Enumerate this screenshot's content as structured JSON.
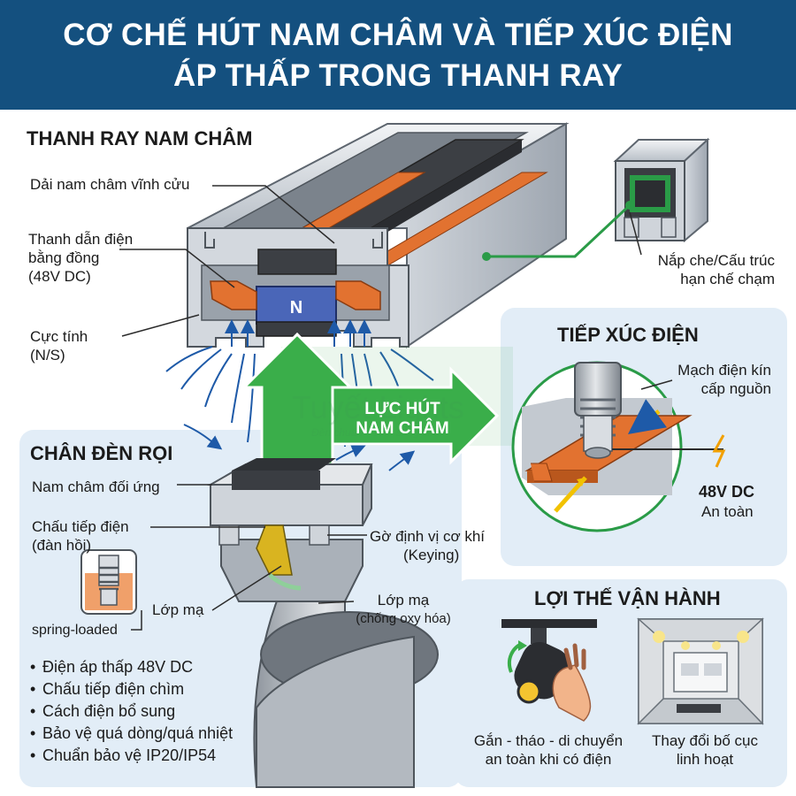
{
  "header": {
    "title_line1": "CƠ CHẾ HÚT NAM CHÂM VÀ TIẾP XÚC ĐIỆN",
    "title_line2": "ÁP THẤP TRONG THANH RAY"
  },
  "rail": {
    "heading": "THANH RAY NAM CHÂM",
    "magnet_strip": "Dải nam châm vĩnh cửu",
    "conductor_l1": "Thanh dẫn điện",
    "conductor_l2": "bằng đồng",
    "conductor_l3": "(48V DC)",
    "pole_l1": "Cực tính",
    "pole_l2": "(N/S)",
    "pole_mark": "N",
    "cover_l1": "Nắp che/Cấu trúc",
    "cover_l2": "hạn chế chạm"
  },
  "force": {
    "line1": "LỰC HÚT",
    "line2": "NAM CHÂM"
  },
  "watermark": {
    "line1": "Tuyết Lights",
    "line2": "Đèn chuẩn – Ánh sáng chất"
  },
  "contact": {
    "heading": "TIẾP XÚC ĐIỆN",
    "circuit_l1": "Mạch điện kín",
    "circuit_l2": "cấp nguồn",
    "voltage": "48V DC",
    "safe": "An toàn"
  },
  "fixture": {
    "heading": "CHÂN ĐÈN RỌI",
    "counter_magnet": "Nam châm đối ứng",
    "contact_l1": "Chấu tiếp điện",
    "contact_l2": "(đàn hồi)",
    "spring": "spring-loaded",
    "plating_inner": "Lớp mạ",
    "keying_l1": "Gờ định vị cơ khí",
    "keying_l2": "(Keying)",
    "plating_outer_l1": "Lớp mạ",
    "plating_outer_l2": "(chống oxy hóa)",
    "features": [
      "Điện áp thấp 48V DC",
      "Chấu tiếp điện chìm",
      "Cách điện bổ sung",
      "Bảo vệ quá dòng/quá nhiệt",
      "Chuẩn bảo vệ IP20/IP54"
    ]
  },
  "advantages": {
    "heading": "LỢI THẾ VẬN HÀNH",
    "item1_l1": "Gắn - tháo - di chuyển",
    "item1_l2": "an toàn khi có điện",
    "item2_l1": "Thay đổi bố cục",
    "item2_l2": "linh hoạt"
  },
  "colors": {
    "header_bg": "#14507f",
    "arrow_green": "#3aae4a",
    "copper": "#e27230",
    "panel_bg": "#e2edf7"
  }
}
